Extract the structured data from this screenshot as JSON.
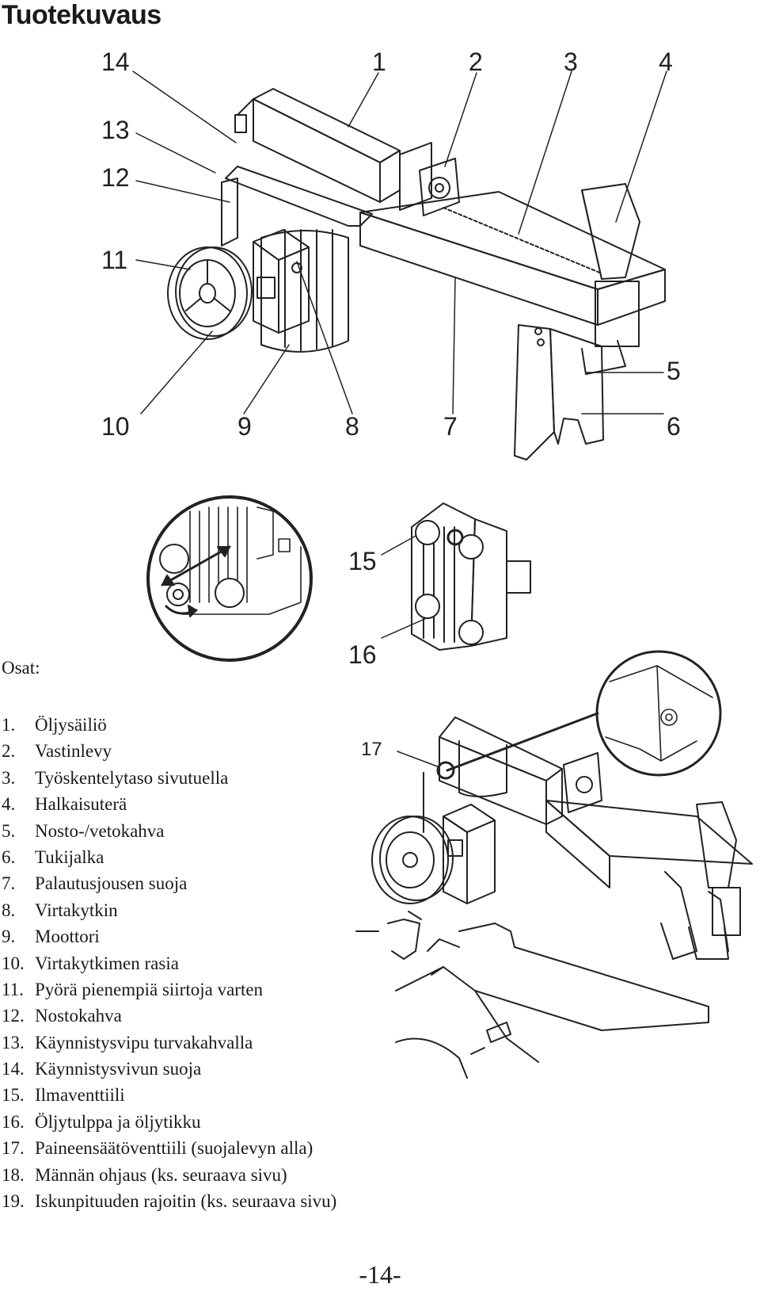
{
  "page": {
    "title": "Tuotekuvaus",
    "page_number": "-14-"
  },
  "callouts": {
    "c1": "1",
    "c2": "2",
    "c3": "3",
    "c4": "4",
    "c5": "5",
    "c6": "6",
    "c7": "7",
    "c8": "8",
    "c9": "9",
    "c10": "10",
    "c11": "11",
    "c12": "12",
    "c13": "13",
    "c14": "14",
    "c15": "15",
    "c16": "16",
    "c17": "17"
  },
  "parts_list": {
    "heading": "Osat:",
    "items": [
      {
        "num": "1.",
        "label": "Öljysäiliö"
      },
      {
        "num": "2.",
        "label": "Vastinlevy"
      },
      {
        "num": "3.",
        "label": "Työskentelytaso sivutuella"
      },
      {
        "num": "4.",
        "label": "Halkaisuterä"
      },
      {
        "num": "5.",
        "label": "Nosto-/vetokahva"
      },
      {
        "num": "6.",
        "label": "Tukijalka"
      },
      {
        "num": "7.",
        "label": "Palautusjousen suoja"
      },
      {
        "num": "8.",
        "label": "Virtakytkin"
      },
      {
        "num": "9.",
        "label": "Moottori"
      },
      {
        "num": "10.",
        "label": "Virtakytkimen rasia"
      },
      {
        "num": "11.",
        "label": "Pyörä pienempiä siirtoja varten"
      },
      {
        "num": "12.",
        "label": "Nostokahva"
      },
      {
        "num": "13.",
        "label": "Käynnistysvipu turvakahvalla"
      },
      {
        "num": "14.",
        "label": "Käynnistysvivun suoja"
      },
      {
        "num": "15.",
        "label": "Ilmaventtiili"
      },
      {
        "num": "16.",
        "label": "Öljytulppa ja öljytikku"
      },
      {
        "num": "17.",
        "label": "Paineensäätöventtiili (suojalevyn alla)"
      },
      {
        "num": "18.",
        "label": "Männän ohjaus (ks. seuraava sivu)"
      },
      {
        "num": "19.",
        "label": "Iskunpituuden rajoitin (ks. seuraava sivu)"
      }
    ]
  }
}
